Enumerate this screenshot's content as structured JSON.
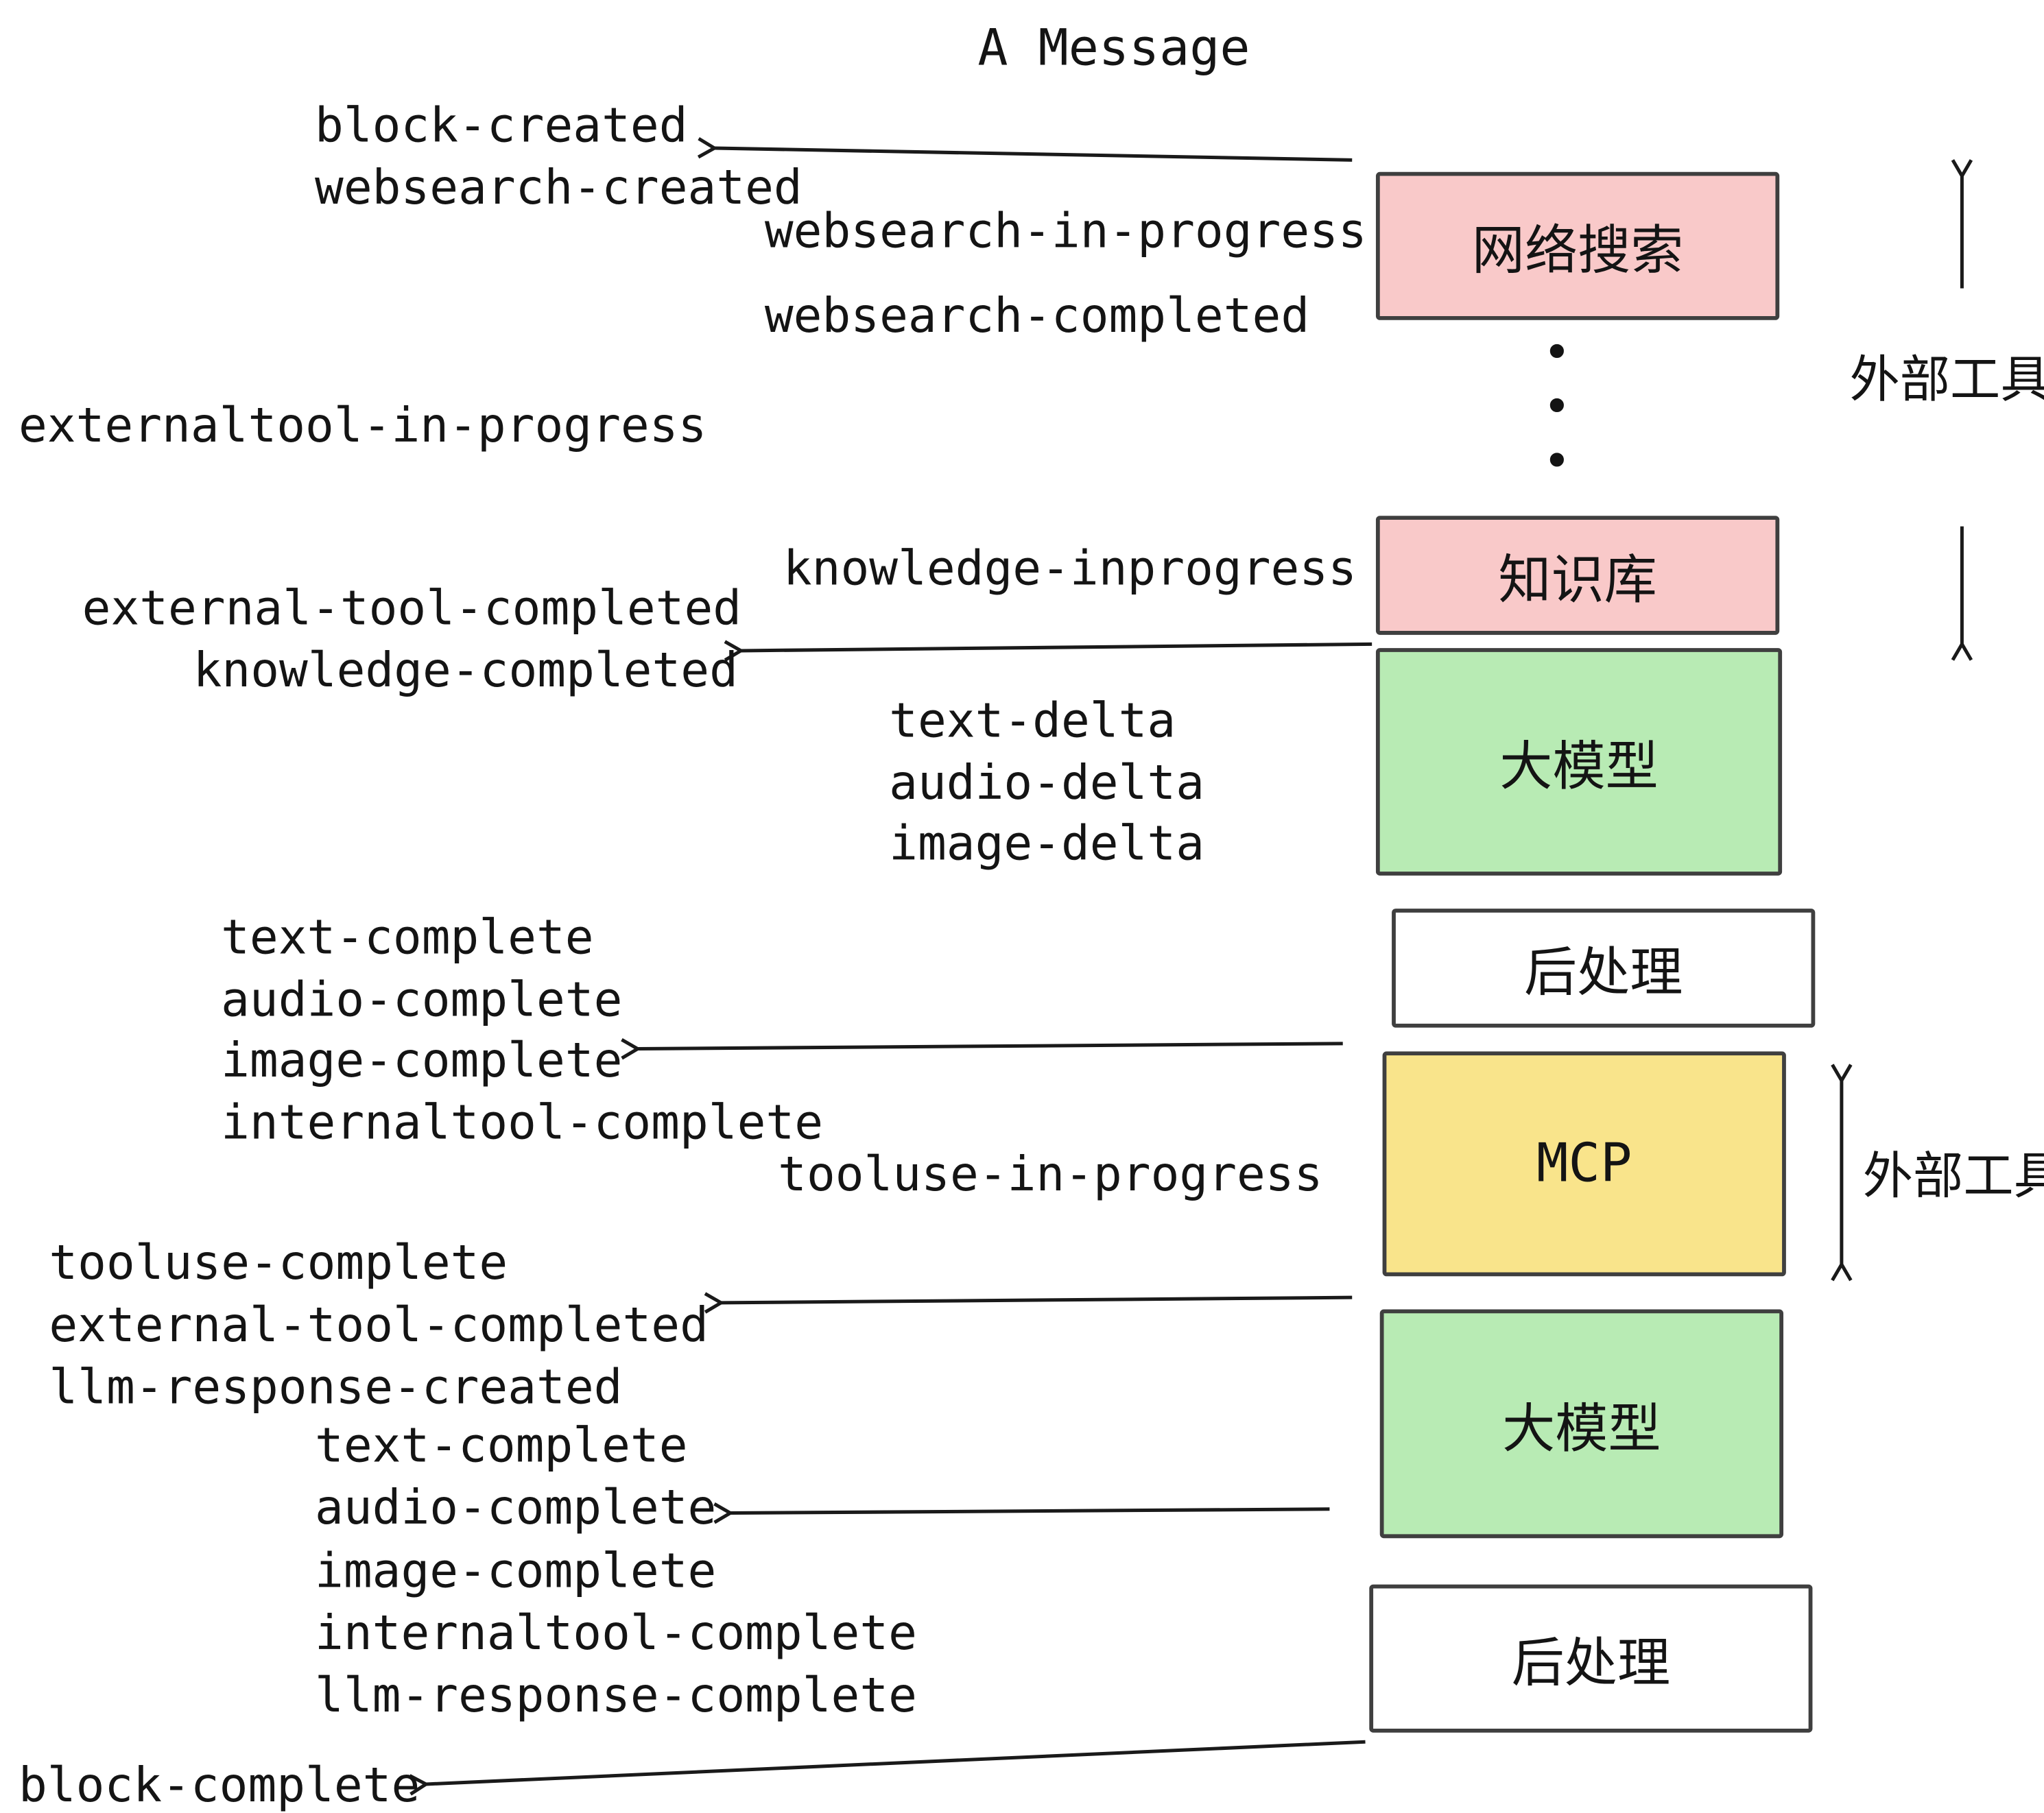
{
  "title": "A Message",
  "labels": [
    {
      "text": "block-created"
    },
    {
      "text": "websearch-created"
    },
    {
      "text": "websearch-in-progress"
    },
    {
      "text": "websearch-completed"
    },
    {
      "text": "externaltool-in-progress"
    },
    {
      "text": "knowledge-inprogress"
    },
    {
      "text": "external-tool-completed"
    },
    {
      "text": "knowledge-completed"
    },
    {
      "text": "text-delta"
    },
    {
      "text": "audio-delta"
    },
    {
      "text": "image-delta"
    },
    {
      "text": "text-complete"
    },
    {
      "text": "audio-complete"
    },
    {
      "text": "image-complete"
    },
    {
      "text": "internaltool-complete"
    },
    {
      "text": "tooluse-in-progress"
    },
    {
      "text": "tooluse-complete"
    },
    {
      "text": "external-tool-completed"
    },
    {
      "text": "llm-response-created"
    },
    {
      "text": "text-complete"
    },
    {
      "text": "audio-complete"
    },
    {
      "text": "image-complete"
    },
    {
      "text": "internaltool-complete"
    },
    {
      "text": "llm-response-complete"
    },
    {
      "text": "block-complete"
    }
  ],
  "boxes": [
    {
      "label": "网络搜索",
      "color": "#f9c9c9"
    },
    {
      "label": "知识库",
      "color": "#f9c9c9"
    },
    {
      "label": "大模型",
      "color": "#b8ebb4"
    },
    {
      "label": "后处理",
      "color": "#ffffff"
    },
    {
      "label": "MCP",
      "color": "#f9e48b"
    },
    {
      "label": "大模型",
      "color": "#b8ebb4"
    },
    {
      "label": "后处理",
      "color": "#ffffff"
    }
  ],
  "side_labels": [
    {
      "text": "外部工具"
    },
    {
      "text": "外部工具"
    }
  ],
  "ellipsis": {
    "dot": "•"
  },
  "colors": {
    "stroke": "#1a1a1a",
    "pink": "#f9c9c9",
    "green": "#b8ebb4",
    "yellow": "#f9e48b",
    "white": "#ffffff"
  }
}
